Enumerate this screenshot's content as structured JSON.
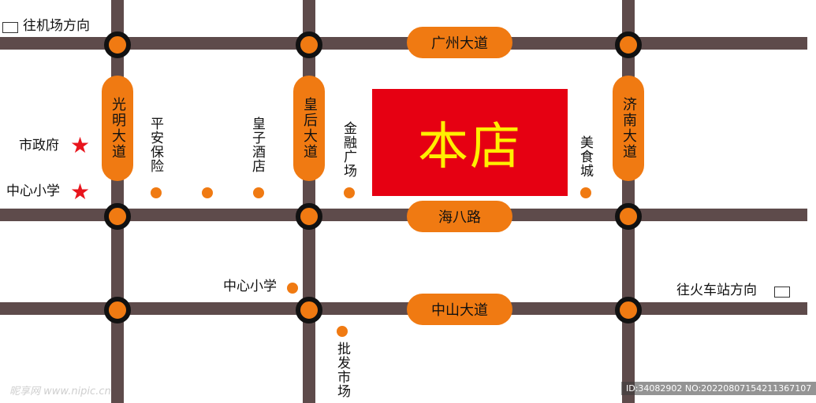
{
  "roads": {
    "guangzhou": "广州大道",
    "haiba": "海八路",
    "zhongshan": "中山大道",
    "guangming": "光明大道",
    "huanghou": "皇后大道",
    "jinan": "济南大道"
  },
  "store": {
    "label": "本店"
  },
  "directions": {
    "airport": "往机场方向",
    "train_station": "往火车站方向"
  },
  "landmarks": {
    "city_hall": "市政府",
    "school_star": "中心小学",
    "pingan": "平安保险",
    "royal_hotel": "皇子酒店",
    "jinrong": "金融广场",
    "food_city": "美食城",
    "school_dot": "中心小学",
    "wholesale": "批发市场"
  },
  "colors": {
    "road": "#5e4b4b",
    "accent": "#f07a12",
    "store_bg": "#e60012",
    "store_text": "#ffef00",
    "star": "#e8141c"
  },
  "watermark": {
    "logo": "昵享网 www.nipic.cn",
    "id": "ID:34082902 NO:20220807154211367107"
  }
}
